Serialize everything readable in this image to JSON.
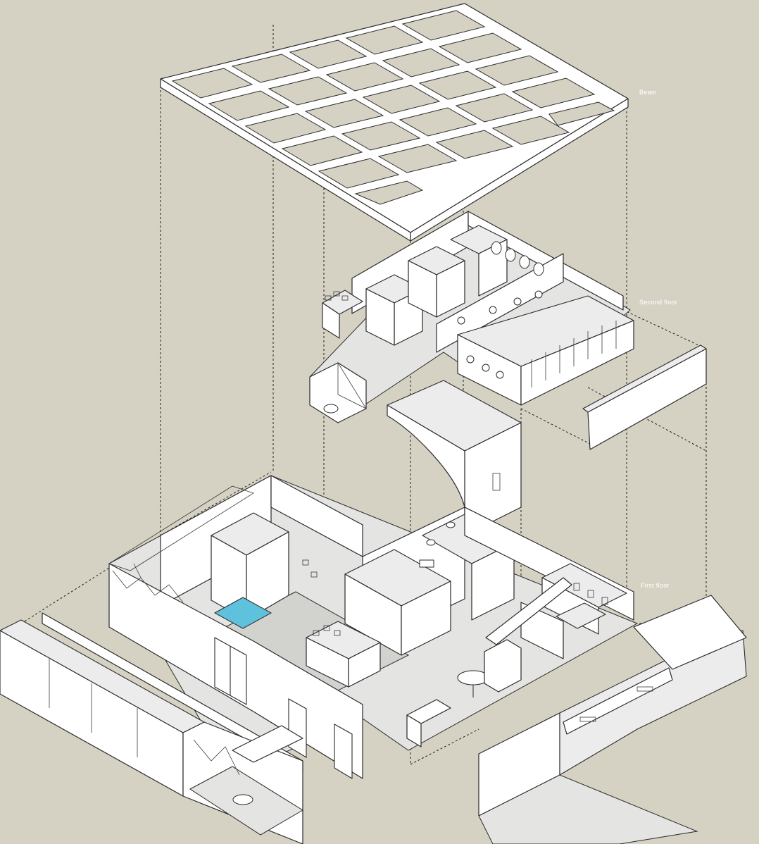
{
  "labels": {
    "roof": "Beam",
    "second": "Second floor",
    "first": "First floor"
  },
  "colors": {
    "background": "#d6d2c3",
    "walls": "#ffffff",
    "floor": "#e4e4e2",
    "pool": "#5fc2dc",
    "lines": "#2a2a2a"
  }
}
